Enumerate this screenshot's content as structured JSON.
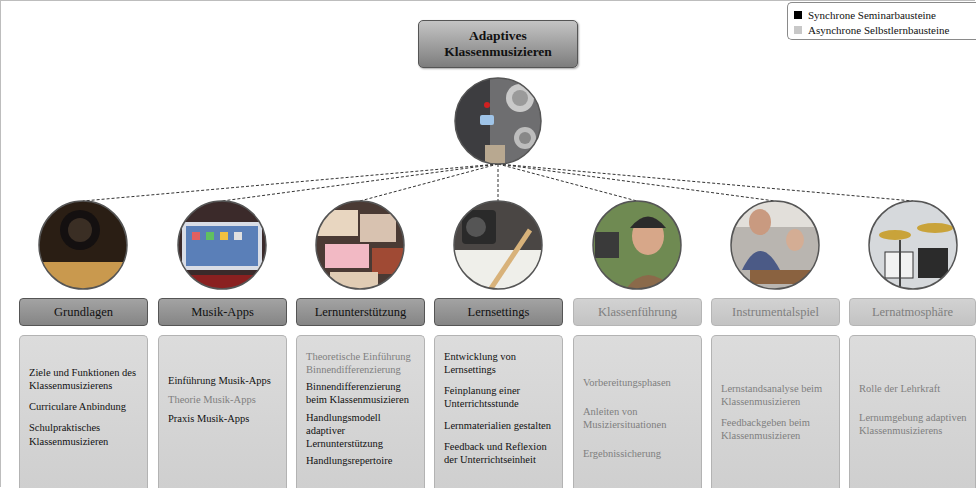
{
  "diagram": {
    "nodes": [
      {
        "text": [
          "Adaptives Klassenmusizieren"
        ]
      },
      {
        "text": [
          "Grundlagen"
        ]
      },
      {
        "text": [
          "Ziele und Funktionen des Klassenmusizierens",
          "Curriculare Anbindung",
          "Schulpraktisches Klassenmusizieren"
        ]
      },
      {
        "text": [
          "Musik-Apps"
        ]
      },
      {
        "text": [
          "Einführung Musik-Apps",
          "Theorie Musik-Apps",
          "Praxis Musik-Apps"
        ]
      },
      {
        "text": [
          "Lernunterstützung"
        ]
      },
      {
        "text": [
          "Theoretische Einführung Binnendifferenzierung",
          "Binnendifferenzierung beim Klassenmusizieren",
          "Handlungsmodell adaptiver Lernunterstützung",
          "Handlungsrepertoire"
        ]
      },
      {
        "text": [
          "Lernsettings"
        ]
      },
      {
        "text": [
          "Entwicklung von Lernsettings",
          "Feinplanung einer Unterrichtsstunde",
          "Lernmaterialien gestalten",
          "Feedback und Reflexion der Unterrichtseinheit"
        ]
      },
      {
        "text": [
          "Klassenführung"
        ]
      },
      {
        "text": [
          "Vorbereitungsphasen",
          "Anleiten von Musiziersituationen",
          "Ergebnissicherung"
        ]
      },
      {
        "text": [
          "Instrumentalspiel"
        ]
      },
      {
        "text": [
          "Lernstandsanalyse beim Klassenmusizieren",
          "Feedbackgeben beim Klassenmusizieren"
        ]
      },
      {
        "text": [
          "Lernatmosphäre"
        ]
      },
      {
        "text": [
          "Rolle der Lehrkraft",
          "Lernumgebung adaptiven Klassenmusizierens"
        ]
      }
    ],
    "legend": [
      {
        "text": "Synchrone Seminarbausteine",
        "color": "#000000"
      },
      {
        "text": "Asynchrone Selbstlernbausteine",
        "color": "#c8c8c8"
      }
    ]
  }
}
